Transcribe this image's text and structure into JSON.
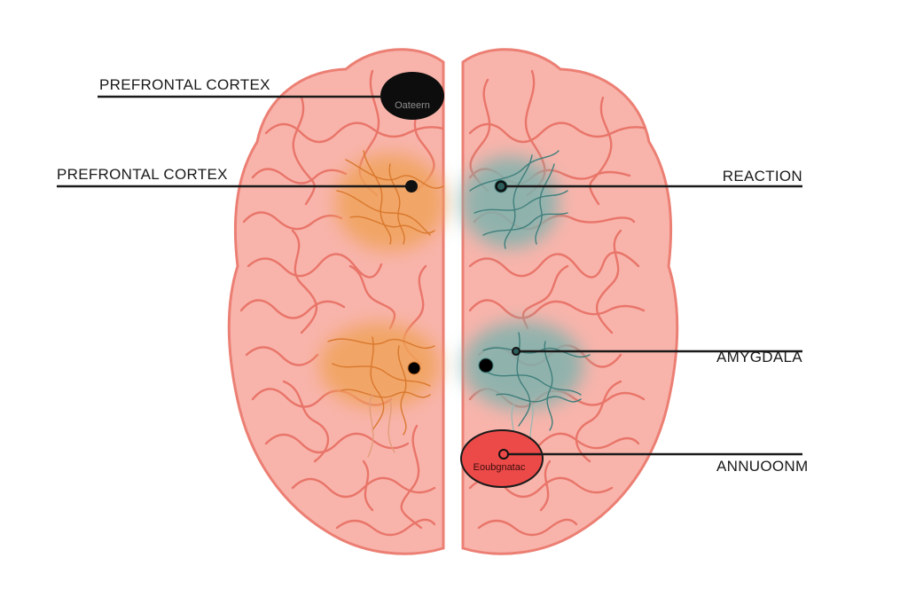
{
  "labels": {
    "top_left": "PREFRONTAL CORTEX",
    "mid_left": "PREFRONTAL CORTEX",
    "top_right": "REACTION",
    "mid_right": "AMYGDALA",
    "bottom_right": "ANNUOONM"
  },
  "markers": {
    "top_bubble_text": "Oateern",
    "bottom_bubble_text": "Eoubgnatac"
  },
  "colors": {
    "brain_fill": "#f8b4ab",
    "brain_stroke": "#ec7f74",
    "orange_region": "#f0a35a",
    "teal_region": "#7fb2ad",
    "black_marker": "#0d0d0d",
    "red_marker": "#ec4a48"
  }
}
